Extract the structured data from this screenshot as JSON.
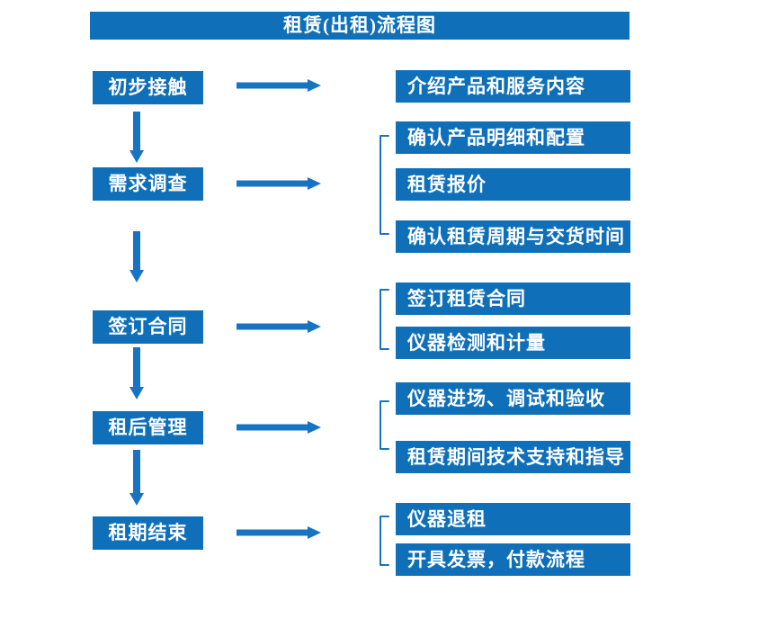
{
  "title": "租赁(出租)流程图",
  "colors": {
    "box_blue": "#0f70b9",
    "arrow_blue": "#1874c3",
    "text": "#ffffff",
    "background": "#ffffff"
  },
  "steps": [
    {
      "label": "初步接触",
      "outputs": [
        "介绍产品和服务内容"
      ]
    },
    {
      "label": "需求调查",
      "outputs": [
        "确认产品明细和配置",
        "租赁报价",
        "确认租赁周期与交货时间"
      ]
    },
    {
      "label": "签订合同",
      "outputs": [
        "签订租赁合同",
        "仪器检测和计量"
      ]
    },
    {
      "label": "租后管理",
      "outputs": [
        "仪器进场、调试和验收",
        "租赁期间技术支持和指导"
      ]
    },
    {
      "label": "租期结束",
      "outputs": [
        "仪器退租",
        "开具发票，付款流程"
      ]
    }
  ]
}
